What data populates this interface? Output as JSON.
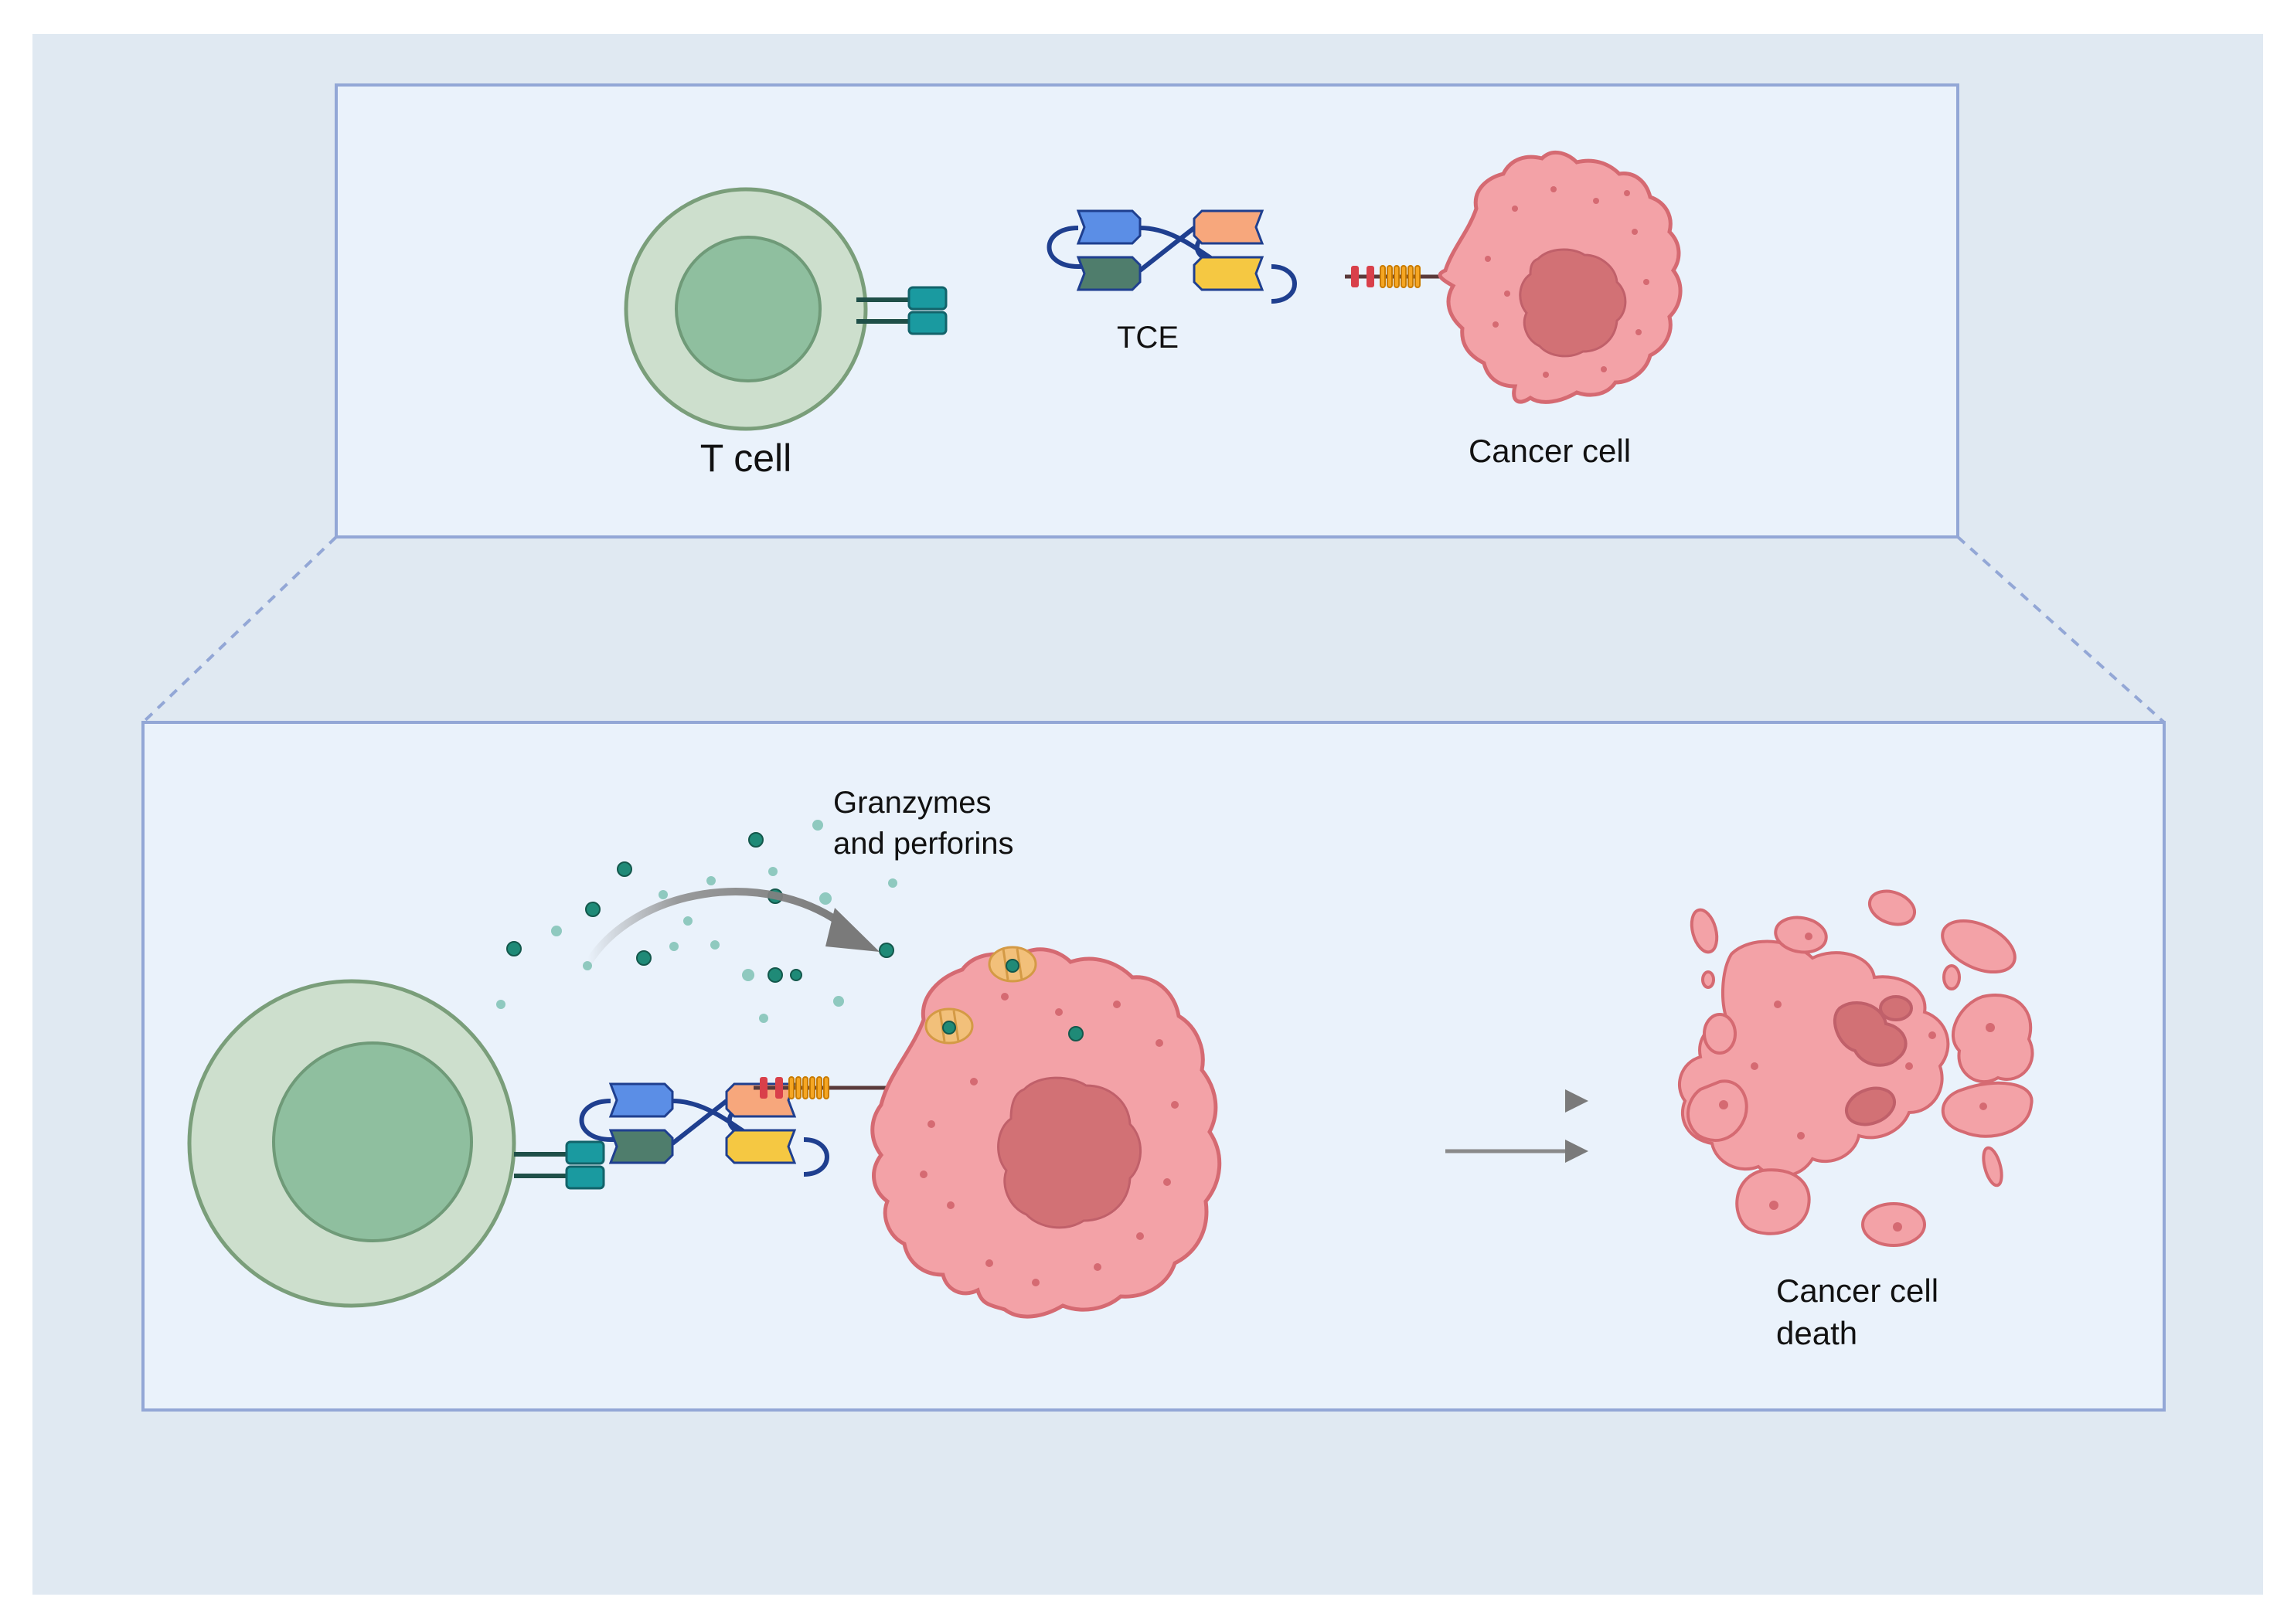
{
  "colors": {
    "page_background": "#ffffff",
    "outer_panel": "#e0e9f2",
    "inner_panel": "#eaf2fb",
    "panel_border": "#93a7d6",
    "tcell_outer": "#cddfcd",
    "tcell_nucleus": "#8fbf9f",
    "tcell_stroke": "#7a9e7a",
    "receptor_teal": "#1a9aa0",
    "cancer_cell": "#f3a2a7",
    "cancer_nucleus": "#d27175",
    "cancer_stroke": "#d56a72",
    "antigen_orange": "#f5a623",
    "antigen_red": "#d9404a",
    "tce_blue": "#5b8ee6",
    "tce_salmon": "#f7a77c",
    "tce_green": "#4f7d6c",
    "tce_yellow": "#f5c842",
    "tce_linker": "#1f3f8f",
    "granule_dark": "#1f8a77",
    "granule_light": "#8fc9bf",
    "perforin_pore": "#f2c07a",
    "arrow_gray": "#8a8a8a"
  },
  "top_panel": {
    "tcell_label": "T cell",
    "tce_label": "TCE",
    "cancer_label": "Cancer cell"
  },
  "bottom_panel": {
    "granzymes_line1": "Granzymes",
    "granzymes_line2": "and perforins",
    "death_line1": "Cancer cell",
    "death_line2": "death"
  },
  "icons": {
    "tcell": "t-cell-icon",
    "tcr": "t-cell-receptor-icon",
    "tce": "t-cell-engager-antibody-icon",
    "antigen": "tumor-antigen-icon",
    "cancer": "cancer-cell-icon",
    "granule": "granule-dot-icon",
    "pore": "perforin-pore-icon",
    "arrow": "arrow-right-icon",
    "fragments": "apoptotic-fragments-icon"
  }
}
